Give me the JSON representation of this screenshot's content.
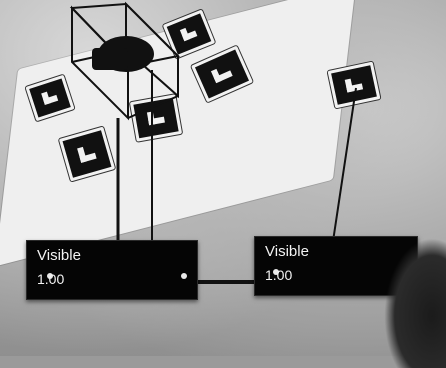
{
  "panels": [
    {
      "label": "Visible",
      "value": "1.00"
    },
    {
      "label": "Visible",
      "value": "1.00"
    }
  ]
}
